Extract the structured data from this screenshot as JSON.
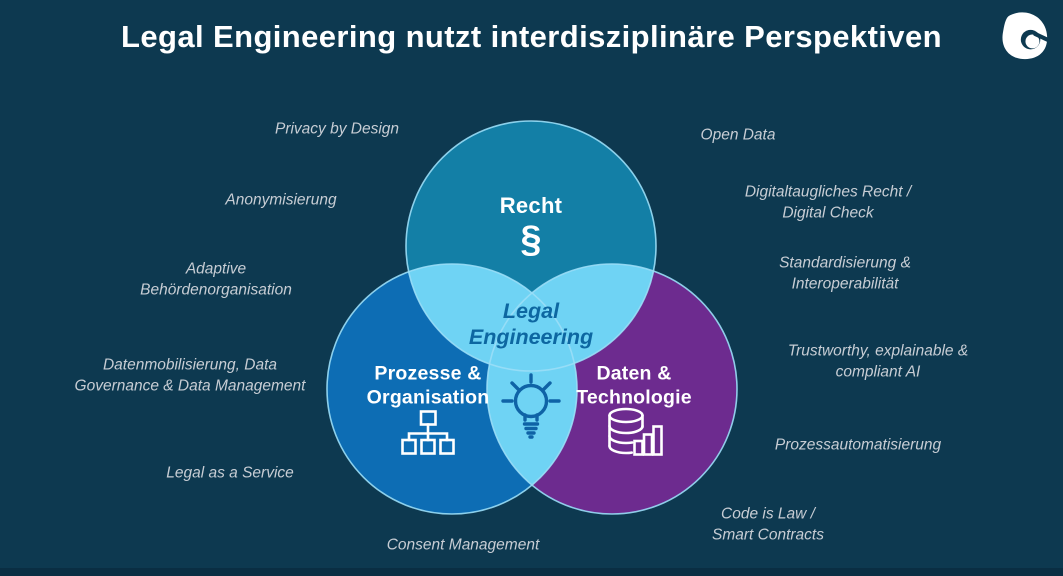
{
  "slide": {
    "title": "Legal Engineering nutzt interdisziplinäre Perspektiven",
    "background_color": "#0d3950",
    "footer_color": "#0a2e43",
    "title_color": "#ffffff"
  },
  "logo": {
    "name": "drop-logo",
    "color": "#ffffff"
  },
  "venn": {
    "overlap_color": "#6fd3f4",
    "stroke_color": "#9adef7",
    "icon_color": "#ffffff",
    "bulb_color": "#0f63a6",
    "center_text_color": "#0d67a1",
    "center_label": "Legal\nEngineering",
    "center_icon": "lightbulb-icon",
    "circles": [
      {
        "name": "recht",
        "label": "Recht",
        "symbol": "§",
        "fill": "#137fa6",
        "icon": "paragraph-symbol"
      },
      {
        "name": "prozesse-organisation",
        "label": "Prozesse &\nOrganisation",
        "fill": "#0d6db4",
        "icon": "org-chart-icon"
      },
      {
        "name": "daten-technologie",
        "label": "Daten &\nTechnologie",
        "fill": "#6d2b8f",
        "icon": "database-chart-icon"
      }
    ]
  },
  "satellite_color": "#c7cdd4",
  "satellites": [
    {
      "name": "privacy-by-design",
      "text": "Privacy by Design"
    },
    {
      "name": "anonymisierung",
      "text": "Anonymisierung"
    },
    {
      "name": "adaptive-behoerdenorganisation",
      "text": "Adaptive\nBehördenorganisation"
    },
    {
      "name": "datenmobilisierung",
      "text": "Datenmobilisierung, Data\nGovernance & Data Management"
    },
    {
      "name": "legal-as-a-service",
      "text": "Legal as a Service"
    },
    {
      "name": "consent-management",
      "text": "Consent Management"
    },
    {
      "name": "open-data",
      "text": "Open Data"
    },
    {
      "name": "digitaltaugliches-recht",
      "text": "Digitaltaugliches Recht /\nDigital Check"
    },
    {
      "name": "standardisierung",
      "text": "Standardisierung &\nInteroperabilität"
    },
    {
      "name": "trustworthy-ai",
      "text": "Trustworthy, explainable &\ncompliant AI"
    },
    {
      "name": "prozessautomatisierung",
      "text": "Prozessautomatisierung"
    },
    {
      "name": "code-is-law",
      "text": "Code is Law /\nSmart Contracts"
    }
  ]
}
